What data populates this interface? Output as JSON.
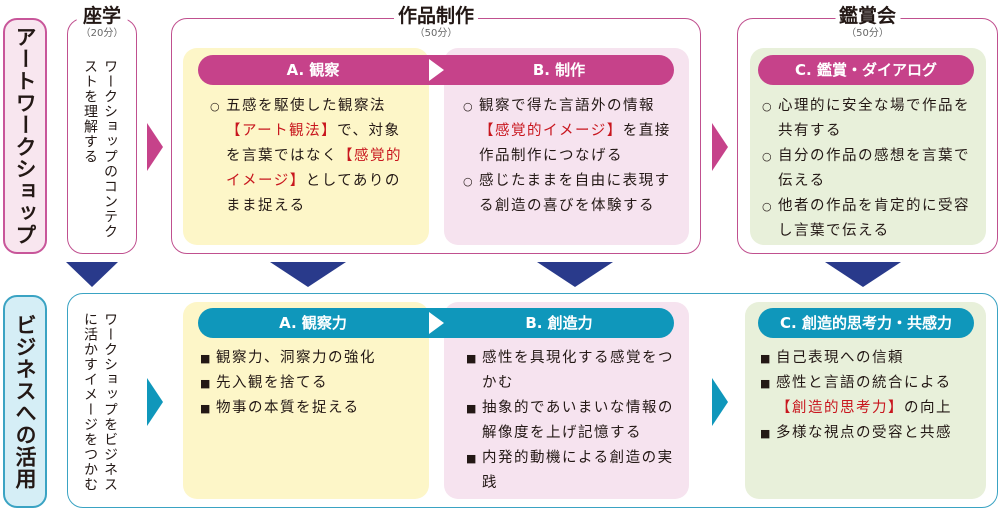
{
  "rows": {
    "art": "アートワークショップ",
    "business": "ビジネスへの活用"
  },
  "lecture": {
    "title": "座学",
    "duration": "（20分）",
    "text": "ワークショップのコンテクストを理解する"
  },
  "production": {
    "title": "作品制作",
    "duration": "（50分）"
  },
  "appreciation": {
    "title": "鑑賞会",
    "duration": "（50分）"
  },
  "business_intro": "ワークショップをビジネスに活かすイメージをつかむ",
  "art_panels": [
    {
      "label": "A. 観察",
      "bullet": "○",
      "items": [
        [
          {
            "t": "五感を駆使した観察法"
          },
          {
            "t": "【アート観法】",
            "red": true
          },
          {
            "t": "で、対象を言葉ではなく"
          },
          {
            "t": "【感覚的イメージ】",
            "red": true
          },
          {
            "t": "としてありのまま捉える"
          }
        ]
      ]
    },
    {
      "label": "B. 制作",
      "bullet": "○",
      "items": [
        [
          {
            "t": "観察で得た言語外の情報"
          },
          {
            "t": "【感覚的イメージ】",
            "red": true
          },
          {
            "t": "を直接作品制作につなげる"
          }
        ],
        [
          {
            "t": "感じたままを自由に表現する創造の喜びを体験する"
          }
        ]
      ]
    },
    {
      "label": "C. 鑑賞・ダイアログ",
      "bullet": "○",
      "items": [
        [
          {
            "t": "心理的に安全な場で作品を共有する"
          }
        ],
        [
          {
            "t": "自分の作品の感想を言葉で伝える"
          }
        ],
        [
          {
            "t": "他者の作品を肯定的に受容し言葉で伝える"
          }
        ]
      ]
    }
  ],
  "business_panels": [
    {
      "label": "A. 観察力",
      "bullet": "■",
      "items": [
        [
          {
            "t": "観察力、洞察力の強化"
          }
        ],
        [
          {
            "t": "先入観を捨てる"
          }
        ],
        [
          {
            "t": "物事の本質を捉える"
          }
        ]
      ]
    },
    {
      "label": "B. 創造力",
      "bullet": "■",
      "items": [
        [
          {
            "t": "感性を具現化する感覚をつかむ"
          }
        ],
        [
          {
            "t": "抽象的であいまいな情報の解像度を上げ記憶する"
          }
        ],
        [
          {
            "t": "内発的動機による創造の実践"
          }
        ]
      ]
    },
    {
      "label": "C. 創造的思考力・共感力",
      "bullet": "■",
      "items": [
        [
          {
            "t": "自己表現への信頼"
          }
        ],
        [
          {
            "t": "感性と言語の統合による"
          },
          {
            "t": "【創造的思考力】",
            "red": true
          },
          {
            "t": "の向上"
          }
        ],
        [
          {
            "t": "多様な視点の受容と共感"
          }
        ]
      ]
    }
  ],
  "colors": {
    "art": "#c6428a",
    "business": "#0f97bb",
    "down_arrow": "#293a8b",
    "highlight": "#c8161e"
  }
}
